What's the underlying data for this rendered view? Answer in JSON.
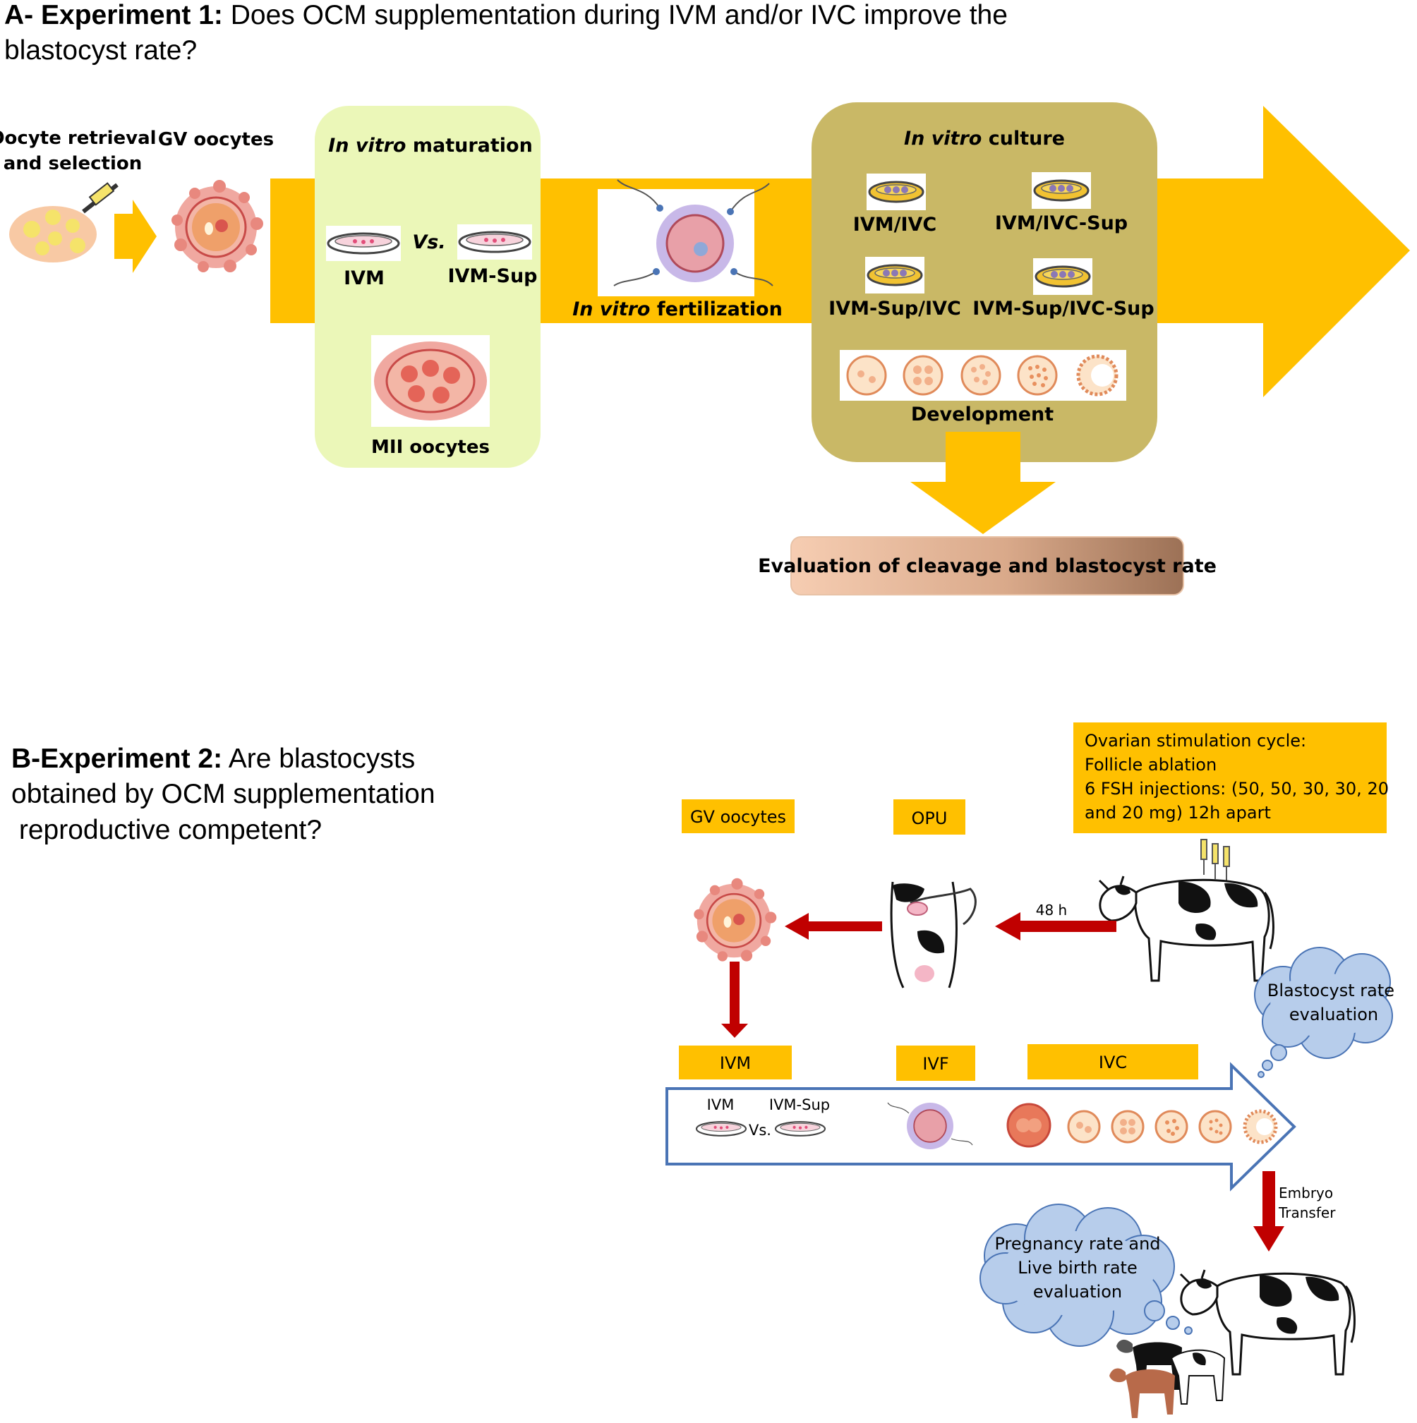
{
  "experiment1": {
    "heading_bold": "A- Experiment 1:",
    "heading_line1": " Does OCM supplementation during IVM and/or IVC improve the",
    "heading_line2": "blastocyst rate?",
    "retrieval_line1": "Oocyte retrieval",
    "retrieval_line2": "and selection",
    "gv_oocytes": "GV oocytes",
    "ivm_box": {
      "title_italic": "In vitro",
      "title_rest": " maturation",
      "ivm": "IVM",
      "vs": "Vs.",
      "ivm_sup": "IVM-Sup",
      "mii": "MII oocytes"
    },
    "ivf": {
      "italic": "In vitro",
      "rest": " fertilization"
    },
    "ivc_box": {
      "title_italic": "In vitro",
      "title_rest": " culture",
      "groups": [
        "IVM/IVC",
        "IVM/IVC-Sup",
        "IVM-Sup/IVC",
        "IVM-Sup/IVC-Sup"
      ],
      "development": "Development"
    },
    "evaluation": "Evaluation of cleavage and blastocyst rate"
  },
  "experiment2": {
    "heading_bold": "B-Experiment 2:",
    "heading_line1": " Are blastocysts",
    "heading_line2": "obtained by OCM supplementation",
    "heading_line3": " reproductive competent?",
    "stim_box": [
      "Ovarian stimulation cycle:",
      "Follicle ablation",
      "6 FSH injections: (50, 50, 30, 30, 20",
      "and 20 mg) 12h apart"
    ],
    "gv_oocytes": "GV oocytes",
    "opu": "OPU",
    "hours": "48 h",
    "ivm": "IVM",
    "ivf": "IVF",
    "ivc": "IVC",
    "ivm_small": "IVM",
    "ivm_sup_small": "IVM-Sup",
    "vs": "Vs.",
    "blastocyst_cloud": [
      "Blastocyst rate",
      "evaluation"
    ],
    "transfer": [
      "Embryo",
      "Transfer"
    ],
    "pregnancy_cloud": [
      "Pregnancy rate and",
      "Live birth rate",
      "evaluation"
    ]
  },
  "colors": {
    "gold": "#FFC000",
    "ivm_box": "#EBF7B8",
    "ivc_box": "#C9B866",
    "red_arrow": "#C00000",
    "cloud": "#B7CDEB",
    "flow_outline": "#4A74B5"
  }
}
